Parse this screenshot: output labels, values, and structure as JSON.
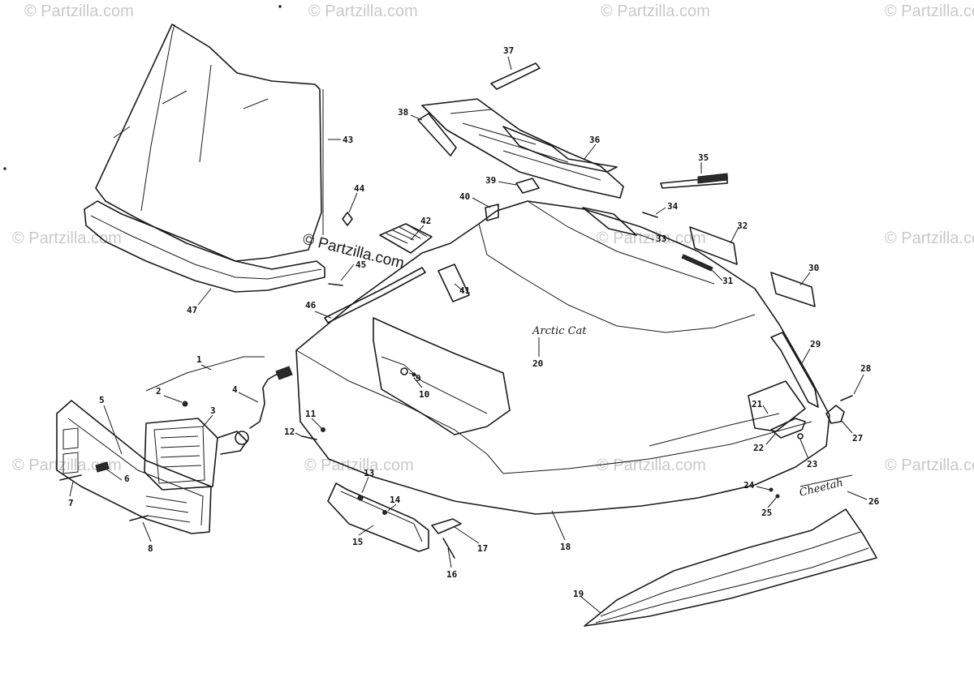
{
  "watermark": {
    "text": "© Partzilla.com",
    "center_text": "© Partzilla.com"
  },
  "emblem": {
    "logo_text": "Arctic Cat",
    "scroll_text": "Cheetah"
  },
  "callouts": [
    "1",
    "2",
    "3",
    "4",
    "5",
    "6",
    "7",
    "8",
    "9",
    "10",
    "11",
    "12",
    "13",
    "14",
    "15",
    "16",
    "17",
    "18",
    "19",
    "20",
    "21",
    "22",
    "23",
    "24",
    "25",
    "26",
    "27",
    "28",
    "29",
    "30",
    "31",
    "32",
    "33",
    "34",
    "35",
    "36",
    "37",
    "38",
    "39",
    "40",
    "41",
    "42",
    "43",
    "44",
    "45",
    "46",
    "47"
  ],
  "colors": {
    "line": "#1a1a1a",
    "watermark": "#c9c9c9",
    "background": "#ffffff"
  }
}
